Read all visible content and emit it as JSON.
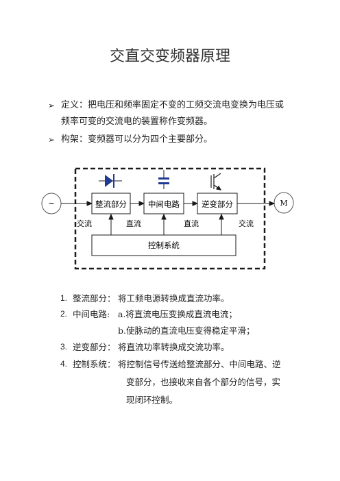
{
  "title": "交直交变频器原理",
  "bullets": [
    {
      "icon": "arrow-bullet-icon",
      "line1": "定义：把电压和频率固定不变的工频交流电变换为电压或",
      "line2": "频率可变的交流电的装置称作变频器。"
    },
    {
      "icon": "arrow-bullet-icon",
      "line1": "构架：变频器可以分为四个主要部分。"
    }
  ],
  "diagram": {
    "source_symbol": "~",
    "motor_symbol": "M",
    "blocks": {
      "rectifier": "整流部分",
      "intermediate": "中间电路",
      "inverter": "逆变部分",
      "control": "控制系统"
    },
    "labels": {
      "ac_in": "交流",
      "dc_1": "直流",
      "dc_2": "直流",
      "ac_out": "交流"
    },
    "icons": [
      "diode-icon",
      "capacitor-icon",
      "transistor-icon",
      "ac-source-icon",
      "motor-icon"
    ],
    "line_color": "#1a1a1a",
    "diode_color": "#1f3a93",
    "capacitor_color": "#1f3a93"
  },
  "list": [
    {
      "num": "1.",
      "label": "整流部分：",
      "lines": [
        "将工频电源转换成直流功率。"
      ]
    },
    {
      "num": "2.",
      "label": "中间电路:",
      "lines": [
        "a.将直流电压变换成直流电流；",
        "b.使脉动的直流电压变得稳定平滑；"
      ]
    },
    {
      "num": "3.",
      "label": "逆变部分：",
      "lines": [
        "将直流功率转换成交流功率。"
      ]
    },
    {
      "num": "4.",
      "label": "控制系统：",
      "lines": [
        "将控制信号传送给整流部分、中间电路、逆",
        "变部分，也接收来自各个部分的信号，实",
        "现闭环控制。"
      ]
    }
  ]
}
